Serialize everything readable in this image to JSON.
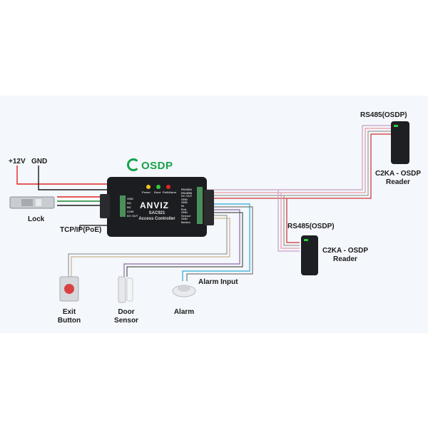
{
  "power": {
    "plus12v": "+12V",
    "gnd": "GND"
  },
  "lock": "Lock",
  "tcpip": "TCP/IP(PoE)",
  "osdp_logo": "OSDP",
  "controller": {
    "brand": "ANVIZ",
    "model": "SAC921",
    "subtitle": "Access Controller",
    "leds": [
      "Power",
      "Door",
      "Fail/Alarm"
    ],
    "left_terminals": [
      "GND",
      "NO",
      "NC",
      "COM",
      "DC OUT"
    ],
    "right_terminals": [
      "RS485A",
      "RS485B",
      "DC OUT",
      "GND",
      "GND",
      "IN",
      "Exit",
      "GND",
      "Sensor",
      "GND",
      "Button"
    ]
  },
  "readers": [
    {
      "bus": "RS485(OSDP)",
      "name_line1": "C2KA - OSDP",
      "name_line2": "Reader"
    },
    {
      "bus": "RS485(OSDP)",
      "name_line1": "C2KA - OSDP",
      "name_line2": "Reader"
    }
  ],
  "devices": {
    "exit_button": {
      "line1": "Exit",
      "line2": "Button"
    },
    "door_sensor": {
      "line1": "Door",
      "line2": "Sensor"
    },
    "alarm": "Alarm",
    "alarm_input": "Alarm Input"
  }
}
